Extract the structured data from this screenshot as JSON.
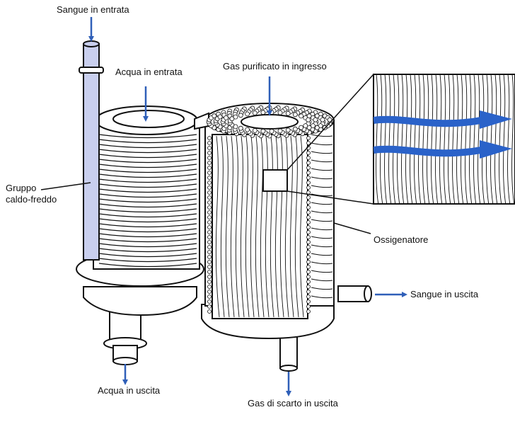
{
  "labels": {
    "blood_in": "Sangue in entrata",
    "water_in": "Acqua in entrata",
    "gas_in": "Gas purificato in ingresso",
    "heat_exchanger": "Gruppo\ncaldo-freddo",
    "oxygenator": "Ossigenatore",
    "blood_out": "Sangue in uscita",
    "water_out": "Acqua in uscita",
    "gas_out": "Gas di scarto in uscita"
  },
  "colors": {
    "arrow": "#2f5fb8",
    "tube_fill": "#c9cfee",
    "outline": "#111111",
    "fiber_flow": "#2a62c9"
  }
}
